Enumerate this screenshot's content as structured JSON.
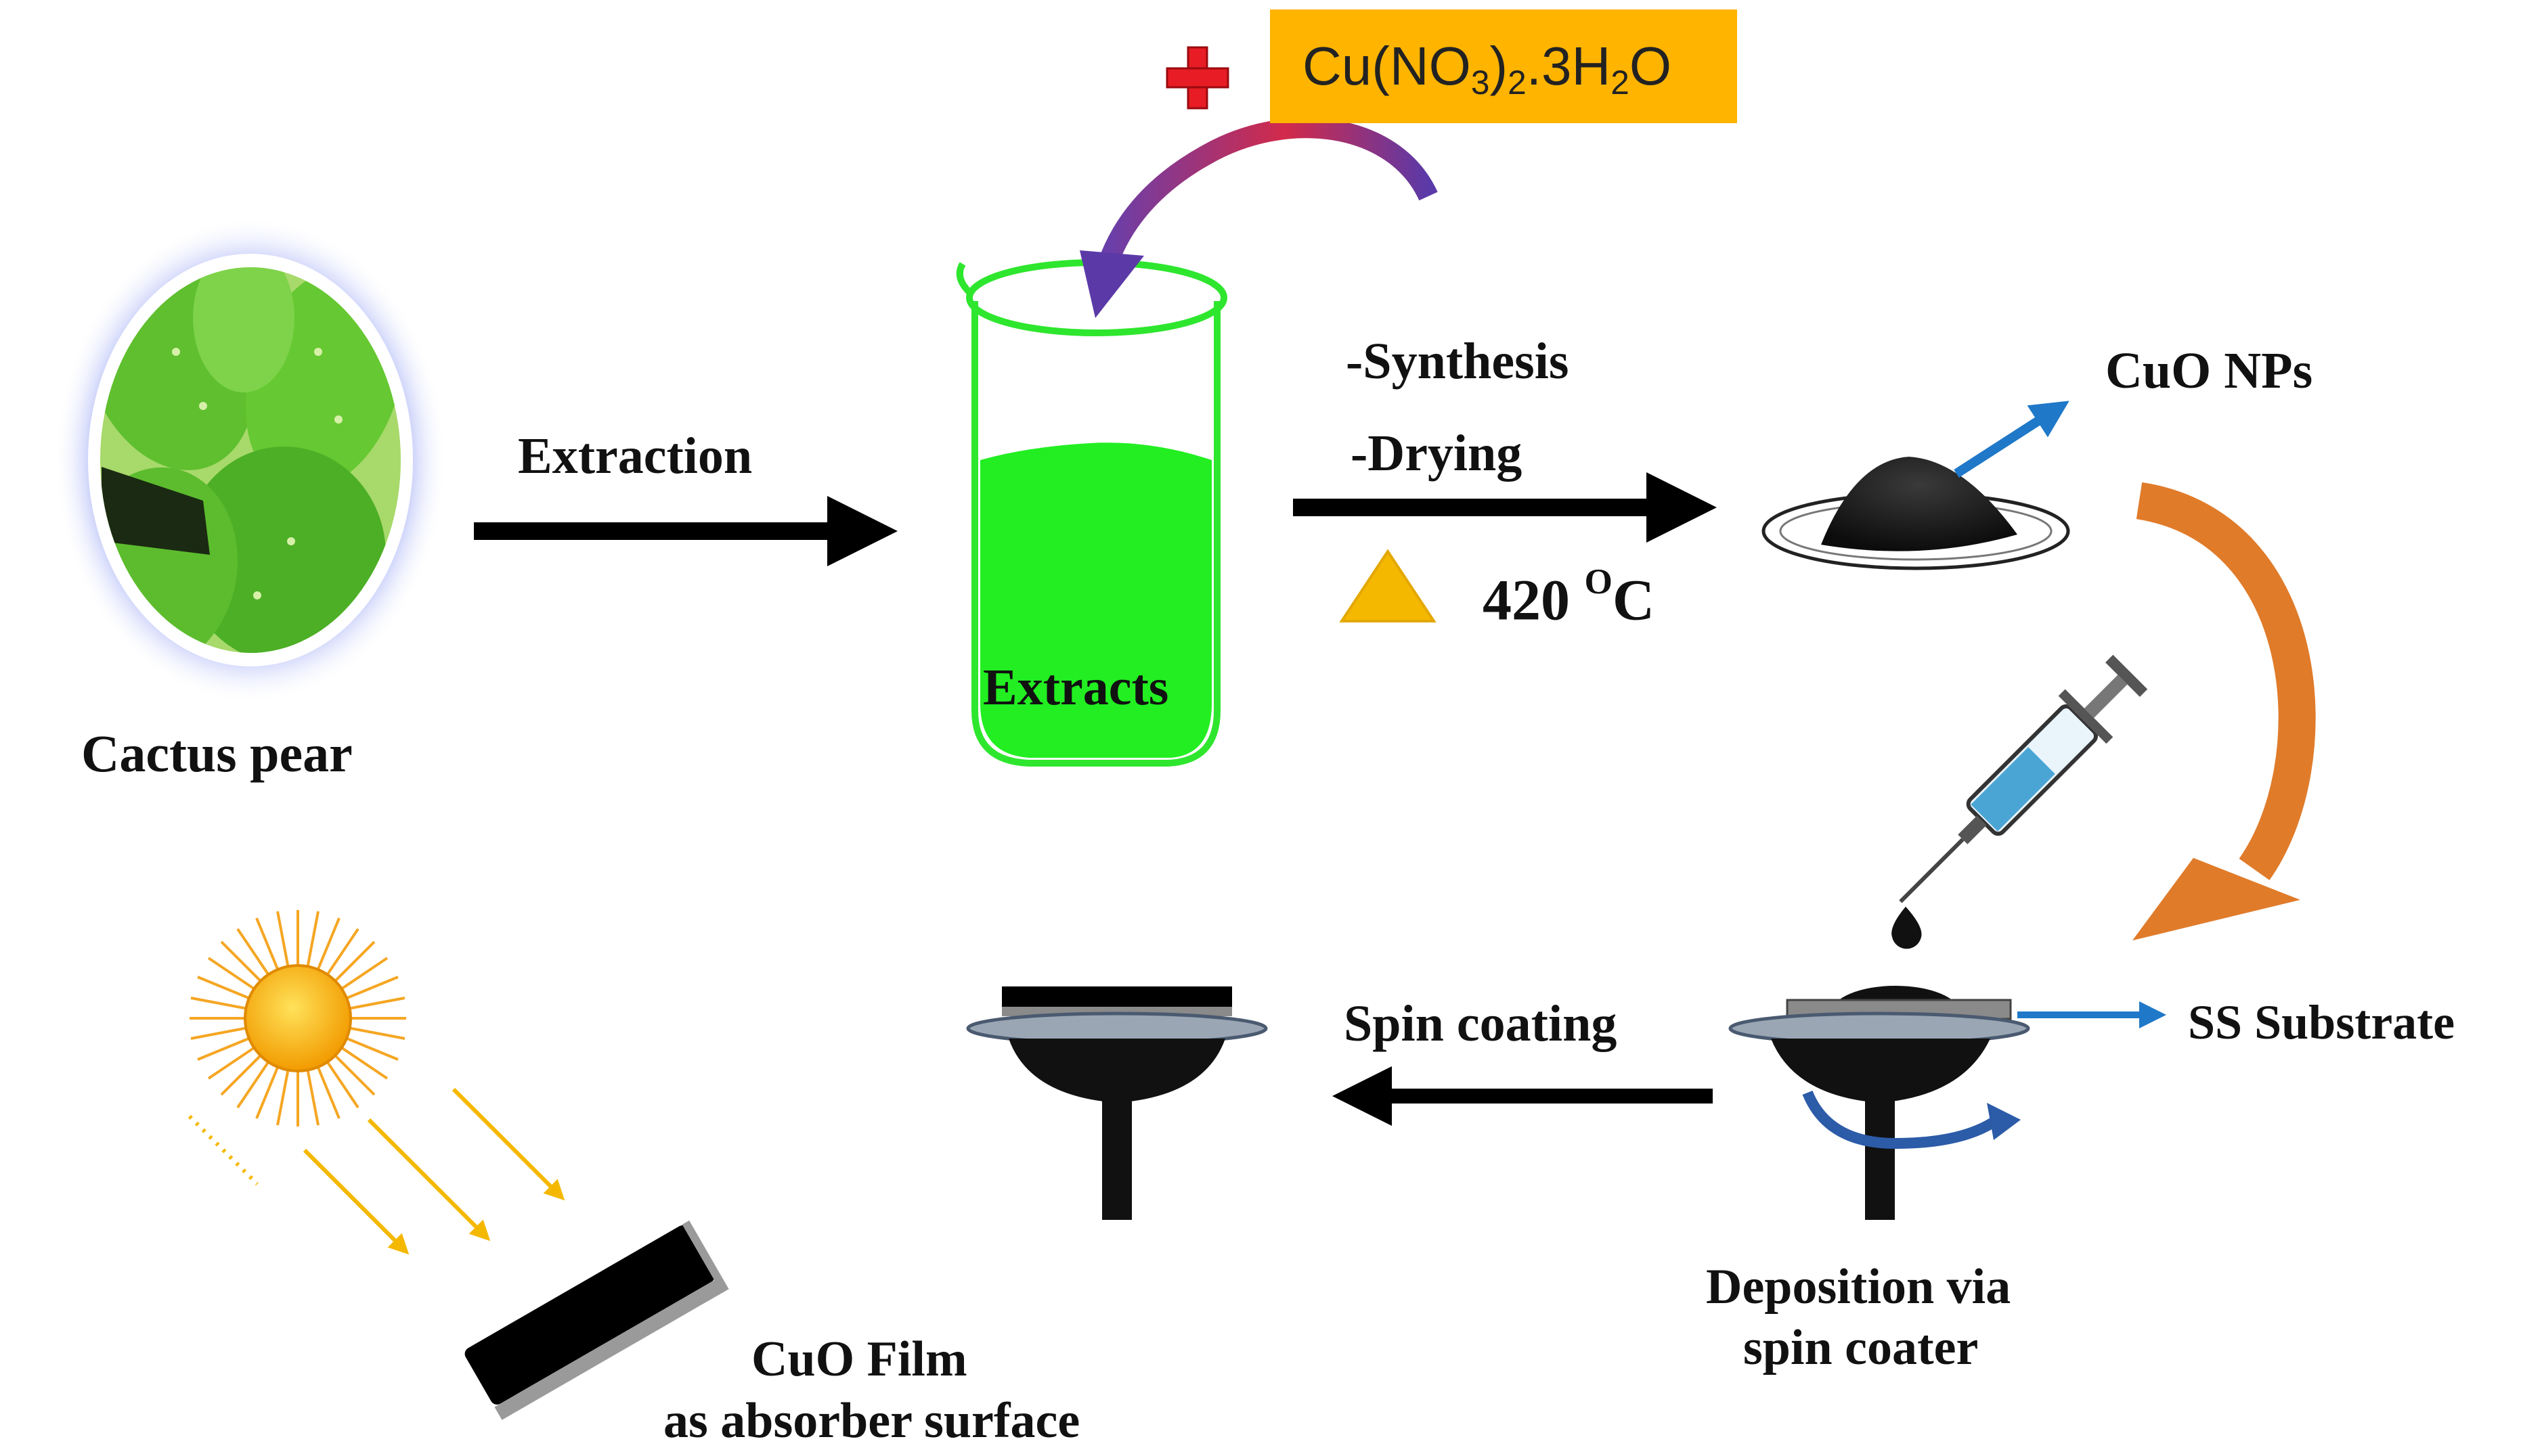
{
  "colors": {
    "background": "#ffffff",
    "arrow": "#000000",
    "reagent_box": "#ffb400",
    "plus": "#e81c24",
    "extract_liquid": "#22ee22",
    "beaker_outline": "#2ee62e",
    "heat_triangle": "#f5b800",
    "blue_arrow": "#1f78c8",
    "orange_arrow": "#e07b2a",
    "sun": "#f6a800",
    "sun_rays": "#f5a623",
    "light_arrows": "#f5b800"
  },
  "reagent": {
    "prefix": "Cu(NO",
    "sub1": "3",
    "mid": ")",
    "sub2": "2",
    "suffix": ".3H",
    "sub3": "2",
    "tail": "O"
  },
  "labels": {
    "cactus_pear": "Cactus pear",
    "extraction": "Extraction",
    "extracts": "Extracts",
    "synthesis": "-Synthesis",
    "drying": "-Drying",
    "temperature_value": "420 ",
    "temperature_unit_sup": "O",
    "temperature_unit": "C",
    "cuo_nps": "CuO NPs",
    "ss_substrate": "SS Substrate",
    "spin_coating": "Spin coating",
    "deposition_line1": "Deposition via",
    "deposition_line2": "spin coater",
    "film_line1": "CuO Film",
    "film_line2": "as absorber surface"
  },
  "icons": {
    "plus": "plus-icon",
    "cactus": "cactus-pear-image",
    "beaker": "beaker-icon",
    "heat": "heat-triangle-icon",
    "powder": "powder-dish-icon",
    "syringe": "syringe-icon",
    "spin_coater": "spin-coater-icon",
    "sun": "sun-icon",
    "film": "cuo-film-icon"
  }
}
